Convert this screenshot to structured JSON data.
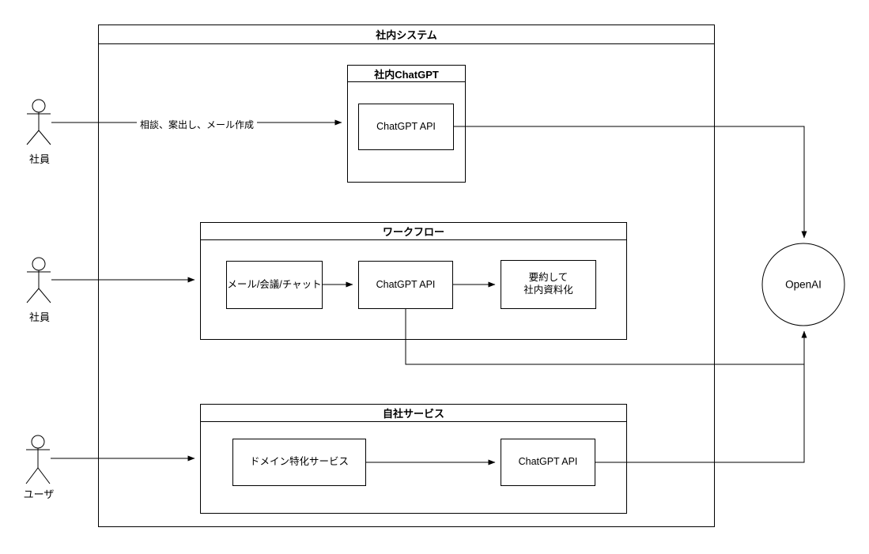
{
  "diagram": {
    "outer": {
      "title": "社内システム"
    },
    "internal_chatgpt": {
      "title": "社内ChatGPT",
      "api_node": "ChatGPT API"
    },
    "workflow": {
      "title": "ワークフロー",
      "nodes": {
        "input": "メール/会議/チャット",
        "api": "ChatGPT API",
        "output": "要約して\n社内資料化"
      }
    },
    "service": {
      "title": "自社サービス",
      "nodes": {
        "domain": "ドメイン特化サービス",
        "api": "ChatGPT API"
      }
    },
    "openai": {
      "label": "OpenAI"
    },
    "actors": [
      {
        "label": "社員"
      },
      {
        "label": "社員"
      },
      {
        "label": "ユーザ"
      }
    ],
    "edge_labels": {
      "consult": "相談、案出し、メール作成"
    },
    "colors": {
      "stroke": "#000000",
      "background": "#ffffff"
    }
  }
}
